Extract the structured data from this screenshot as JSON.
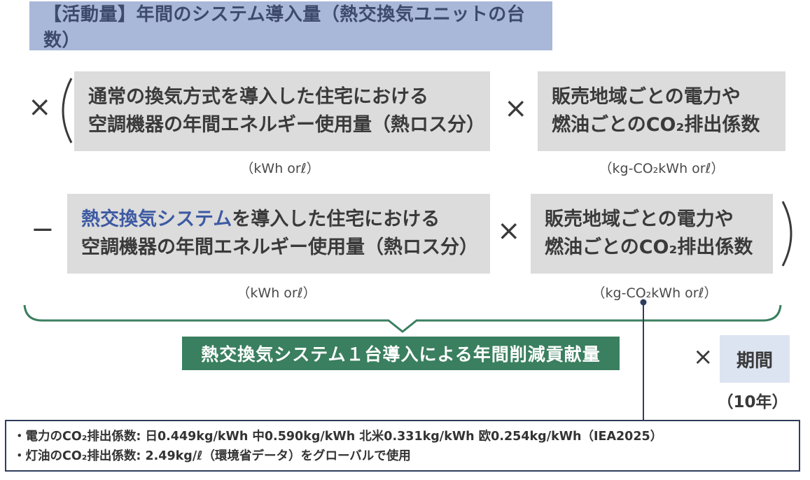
{
  "title": "【活動量】年間のシステム導入量（熱交換気ユニットの台数）",
  "operators": {
    "times": "×",
    "paren_open": "(",
    "paren_close": ")",
    "minus": "−"
  },
  "row1": {
    "left_line1": "通常の換気方式を導入した住宅における",
    "left_line2": "空調機器の年間エネルギー使用量（熱ロス分）",
    "left_unit": "（kWh orℓ）",
    "right_line1": "販売地域ごとの電力や",
    "right_line2": "燃油ごとのCO₂排出係数",
    "right_unit": "（kg-CO₂kWh orℓ）"
  },
  "row2": {
    "left_highlight": "熱交換気システム",
    "left_line1_rest": "を導入した住宅における",
    "left_line2": "空調機器の年間エネルギー使用量（熱ロス分）",
    "left_unit": "（kWh orℓ）",
    "right_line1": "販売地域ごとの電力や",
    "right_line2": "燃油ごとのCO₂排出係数",
    "right_unit": "（kg-CO₂kWh orℓ）"
  },
  "result": "熱交換気システム１台導入による年間削減貢献量",
  "period": {
    "label": "期間",
    "years": "（10年）"
  },
  "notes": {
    "line1": "・電力のCO₂排出係数: 日0.449kg/kWh 中0.590kg/kWh 北米0.331kg/kWh 欧0.254kg/kWh（IEA2025）",
    "line2": "・灯油のCO₂排出係数: 2.49kg/ℓ（環境省データ）をグローバルで使用"
  },
  "colors": {
    "title_bg": "#a9b7d8",
    "gray_box": "#dcdcdc",
    "green": "#3a7f5f",
    "highlight_blue": "#3d5aa3",
    "period_bg": "#dde4f1",
    "note_border": "#2f3d5c"
  }
}
